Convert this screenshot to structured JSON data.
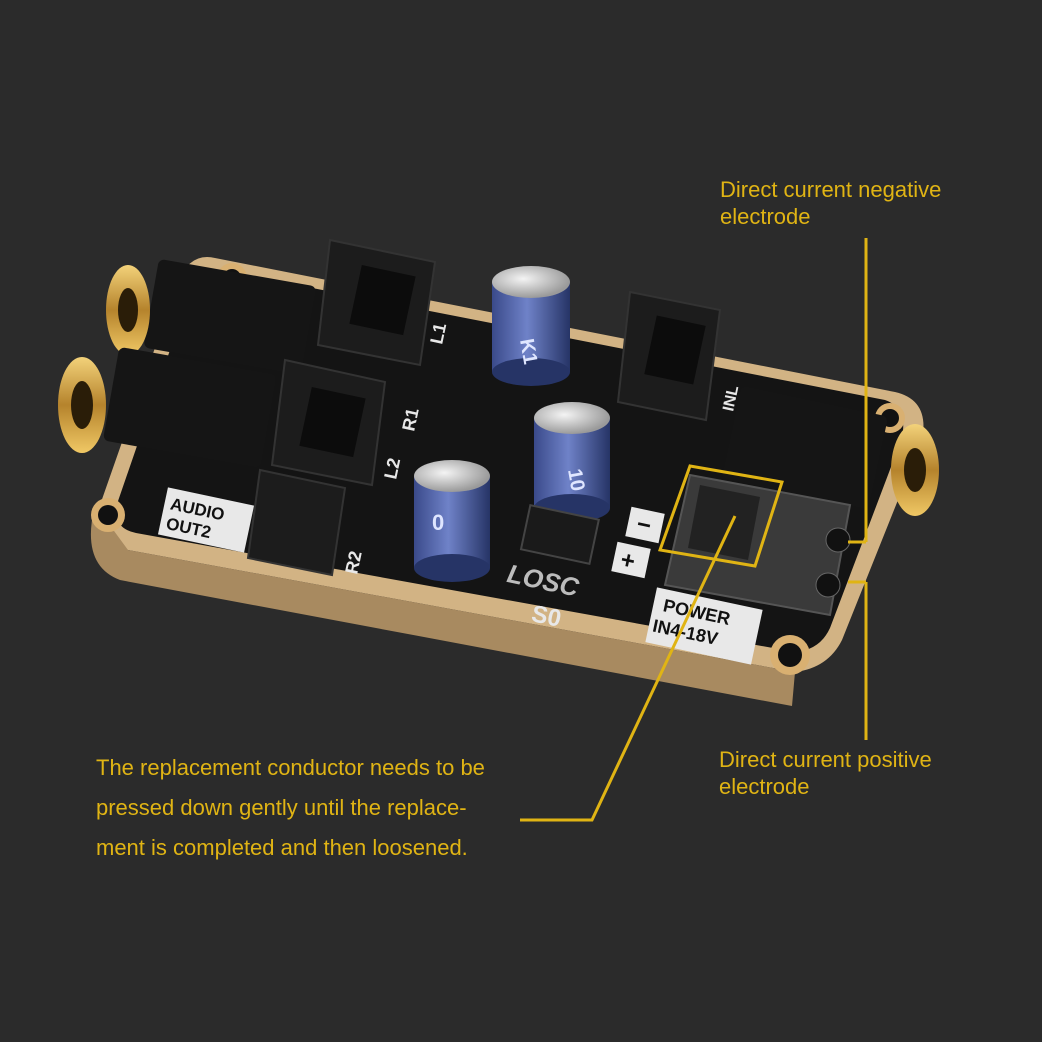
{
  "annotations": {
    "negative_line1": "Direct current negative",
    "negative_line2": "electrode",
    "positive_line1": "Direct current positive",
    "positive_line2": "electrode",
    "replacement_line1": "The replacement conductor needs to be",
    "replacement_line2": "pressed down gently until the replace-",
    "replacement_line3": "ment is completed and then loosened."
  },
  "board": {
    "audio_label_1": "AUDIO",
    "audio_label_2": "OUT2",
    "label_l1": "L1",
    "label_l2": "L2",
    "label_r1": "R1",
    "label_r2": "R2",
    "label_inl": "INL",
    "brand": "LOSC",
    "model": "S0",
    "power_label": "POWER",
    "power_range": "IN4-18V",
    "minus_sign": "−",
    "plus_sign": "+",
    "cap_mark_1": "K1",
    "cap_mark_2": "10",
    "cap_mark_3": "0"
  },
  "colors": {
    "background": "#2b2b2b",
    "annotation": "#e0b414",
    "pcb": "#141414",
    "pcb_edge": "#c9a979",
    "gold": "#d9a441"
  }
}
